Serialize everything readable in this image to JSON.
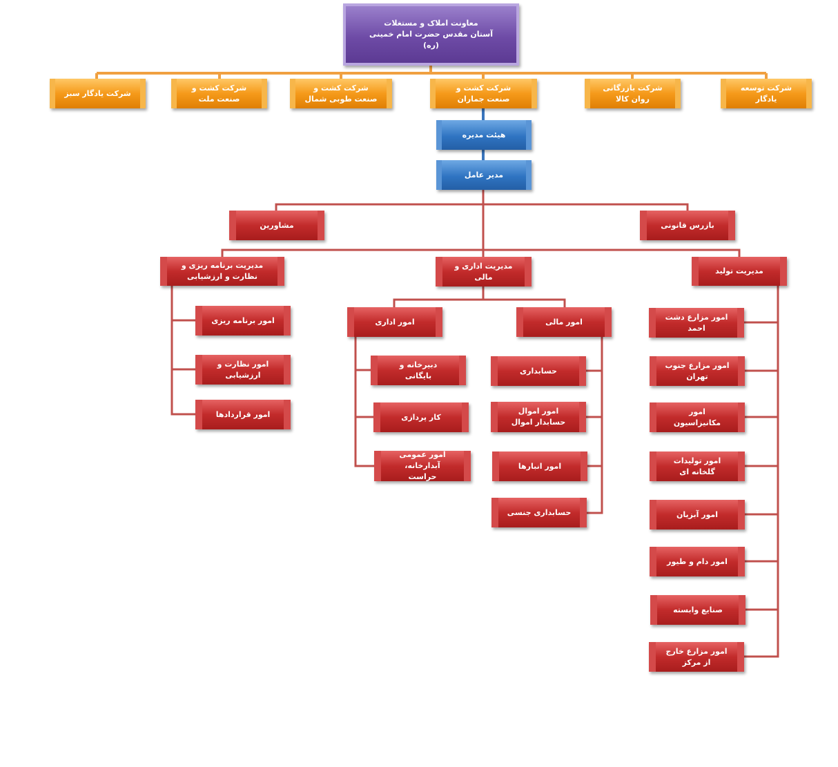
{
  "root": {
    "line1": "معاونت املاک و مستغلات",
    "line2": "آستان مقدس حضرت امام خمینی (ره)"
  },
  "companies": [
    "شرکت توسعه یادگار",
    "شرکت بازرگانی روان کالا",
    "شرکت کشت و صنعت جماران",
    "شرکت کشت و صنعت طوبی شمال",
    "شرکت کشت و صنعت ملت",
    "شرکت یادگار سبز"
  ],
  "board": "هیئت مدیره",
  "ceo": "مدیر عامل",
  "advisors": "مشاورین",
  "inspector": "بازرس قانونی",
  "management": {
    "planning": "مدیریت برنامه ریزی و نظارت و ارزشیابی",
    "admin_finance": "مدیریت اداری و مالی",
    "production": "مدیریت تولید"
  },
  "planning_units": [
    "امور برنامه ریزی",
    "امور نظارت و ارزشیابی",
    "امور قراردادها"
  ],
  "admin_dept": "امور اداری",
  "admin_units": {
    "secretariat": "دبیرخانه و بایگانی",
    "typing": "کار پردازی",
    "general_line1": "امور عمومی",
    "general_line2": "آبدارخانه، حراست"
  },
  "finance_dept": "امور مالی",
  "finance_units": {
    "accounting": "حسابداری",
    "property_line1": "امور اموال",
    "property_line2": "حسابدار اموال",
    "warehouses": "امور انبارها",
    "inventory_accounting": "حسابداری جنسی"
  },
  "production_units": [
    "امور مزارع دشت احمد",
    "امور مزارع جنوب تهران",
    "امور مکانیزاسیون",
    "امور تولیدات گلخانه ای",
    "امور آبزیان",
    "امور دام و طیور",
    "صنایع وابسته",
    "امور مزارع خارج از مرکز"
  ],
  "colors": {
    "orange_line": "#f0a040",
    "red_line": "#c0504d",
    "blue_line": "#3b76bd"
  }
}
